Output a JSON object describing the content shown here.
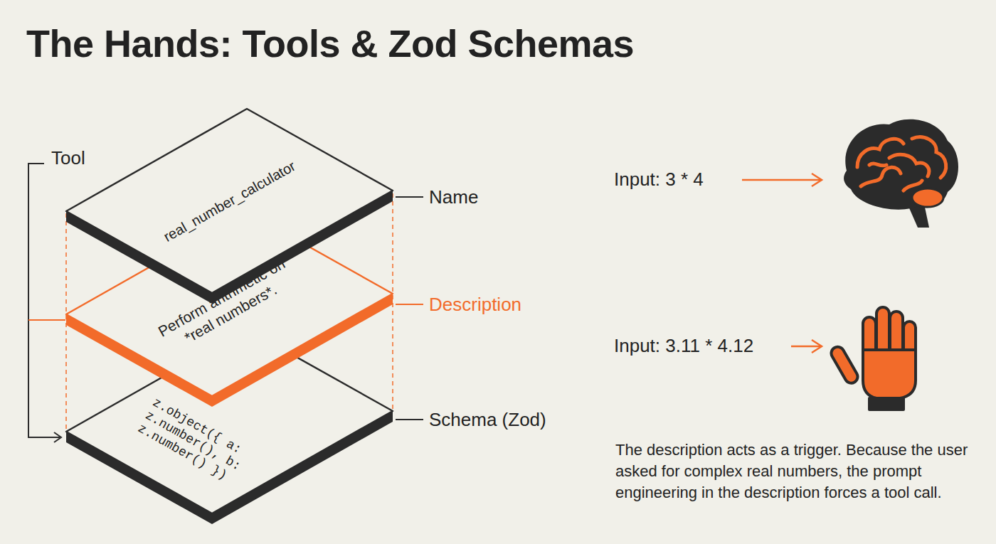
{
  "diagram": {
    "title": "The Hands: Tools & Zod Schemas",
    "caption": "The description acts as a trigger. Because the user asked for complex real numbers, the prompt engineering in the description forces a tool call.",
    "nodes": [
      {
        "text": [
          "real_number_calculator"
        ]
      },
      {
        "text": [
          "Perform arithmetic on *real numbers*."
        ]
      },
      {
        "text": [
          "z.object({ a: z.number(), b: z.number() })"
        ]
      }
    ],
    "labels": [
      "Tool",
      "Name",
      "Description",
      "Schema (Zod)",
      "Input: 3 * 4",
      "Input: 3.11 * 4.12"
    ]
  }
}
